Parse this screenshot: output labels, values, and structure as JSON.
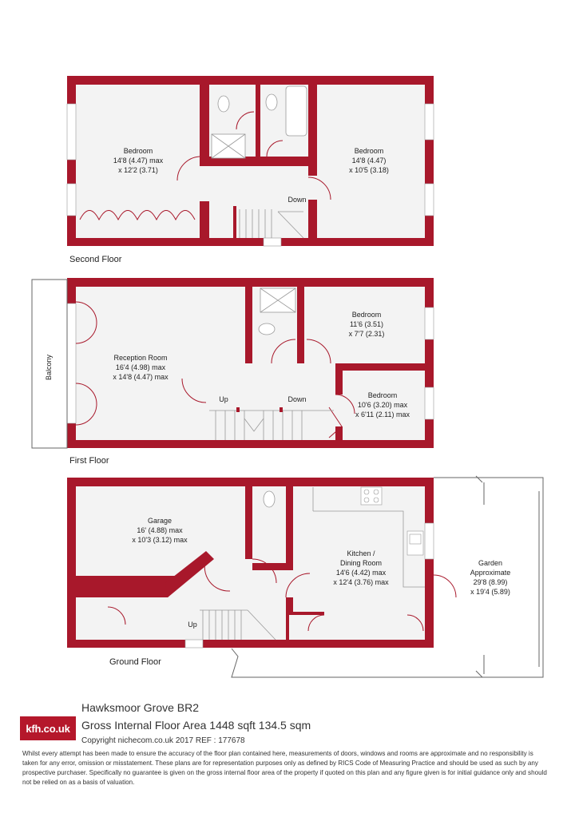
{
  "floors": {
    "second": {
      "label": "Second Floor",
      "rooms": [
        {
          "name": "Bedroom",
          "dims1": "14'8 (4.47) max",
          "dims2": "x 12'2 (3.71)"
        },
        {
          "name": "Bedroom",
          "dims1": "14'8 (4.47)",
          "dims2": "x 10'5 (3.18)"
        }
      ],
      "stairs": "Down"
    },
    "first": {
      "label": "First Floor",
      "balcony": "Balcony",
      "rooms": [
        {
          "name": "Reception Room",
          "dims1": "16'4 (4.98) max",
          "dims2": "x 14'8 (4.47) max"
        },
        {
          "name": "Bedroom",
          "dims1": "11'6 (3.51)",
          "dims2": "x 7'7 (2.31)"
        },
        {
          "name": "Bedroom",
          "dims1": "10'6 (3.20) max",
          "dims2": "x 6'11 (2.11) max"
        }
      ],
      "stairs_up": "Up",
      "stairs_down": "Down"
    },
    "ground": {
      "label": "Ground Floor",
      "rooms": [
        {
          "name": "Garage",
          "dims1": "16' (4.88) max",
          "dims2": "x 10'3 (3.12) max"
        },
        {
          "name": "Kitchen /",
          "dims1": "Dining Room",
          "dims2": "14'6 (4.42) max",
          "dims3": "x 12'4 (3.76) max"
        }
      ],
      "garden": {
        "name": "Garden",
        "sub": "Approximate",
        "dims1": "29'8 (8.99)",
        "dims2": "x 19'4 (5.89)"
      },
      "stairs_up": "Up"
    }
  },
  "footer": {
    "logo": "kfh.co.uk",
    "title": "Hawksmoor Grove  BR2",
    "area": "Gross Internal Floor Area 1448 sqft 134.5 sqm",
    "copyright": "Copyright nichecom.co.uk 2017 REF : 177678",
    "disclaimer": "Whilst every attempt has been made to ensure the accuracy of the floor plan contained here, measurements of doors, windows and rooms are approximate and no responsibility is taken for any error, omission or misstatement. These plans are for representation purposes only as defined by RICS Code of Measuring Practice and should be used as such by any prospective purchaser. Specifically no guarantee is given on the gross internal floor area of the property if quoted on this plan and any figure given is for initial guidance only and should not be relied on as a basis of valuation."
  },
  "colors": {
    "wall": "#a8182b",
    "floor": "#f3f3f3",
    "brand": "#b5182b"
  }
}
